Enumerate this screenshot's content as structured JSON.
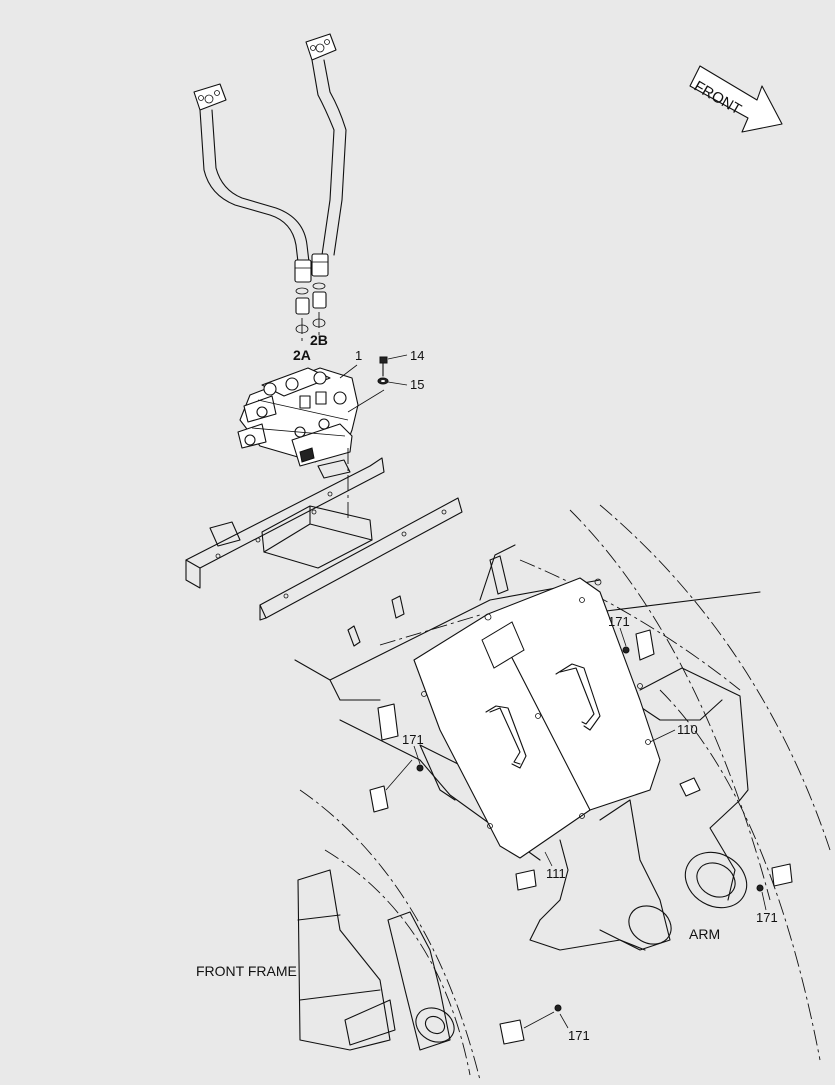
{
  "diagram": {
    "direction_label": "FRONT",
    "callouts": {
      "c1": "1",
      "c2a": "2A",
      "c2b": "2B",
      "c14": "14",
      "c15": "15",
      "c110": "110",
      "c111": "111",
      "c171a": "171",
      "c171b": "171",
      "c171c": "171",
      "c171d": "171"
    },
    "labels": {
      "arm": "ARM",
      "front_frame": "FRONT FRAME"
    },
    "colors": {
      "background": "#e9e9e9",
      "line": "#111111",
      "part_fill": "#ffffff"
    }
  }
}
